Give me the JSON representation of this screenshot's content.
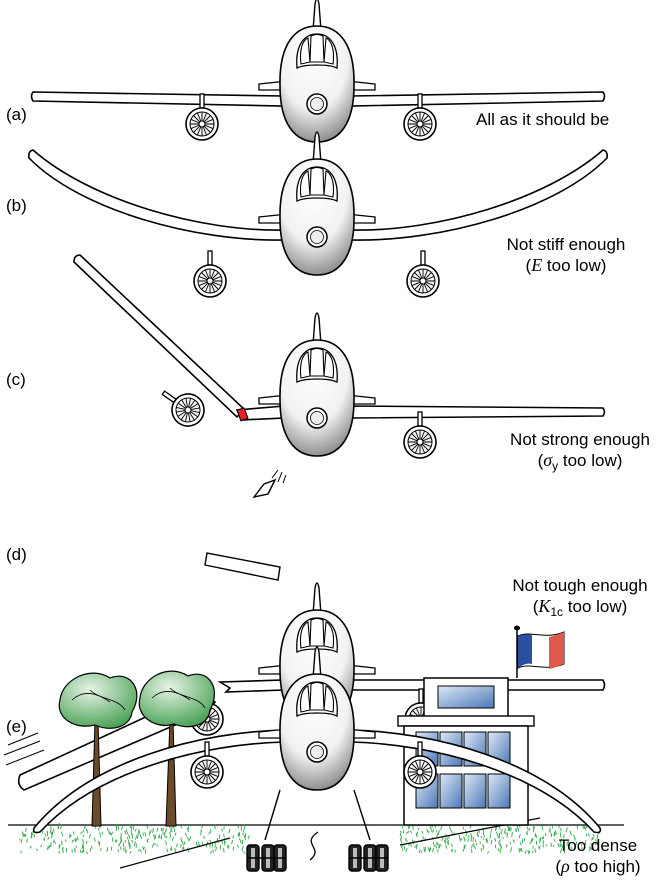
{
  "panels": [
    {
      "label": "(a)",
      "caption_line1": "All as it should be"
    },
    {
      "label": "(b)",
      "caption_line1": "Not stiff enough",
      "caption_line2_sym": "E",
      "caption_line2_rest": " too low)"
    },
    {
      "label": "(c)",
      "caption_line1": "Not strong enough",
      "caption_line2_sym": "σ",
      "caption_line2_sub": "y",
      "caption_line2_rest": " too low)"
    },
    {
      "label": "(d)",
      "caption_line1": "Not tough enough",
      "caption_line2_sym": "K",
      "caption_line2_sub": "1c",
      "caption_line2_rest": " too low)"
    },
    {
      "label": "(e)",
      "caption_line1": "Too dense",
      "caption_line2_sym": "ρ",
      "caption_line2_rest": " too high)"
    }
  ],
  "colors": {
    "line": "#000000",
    "fuselage_light": "#ffffff",
    "fuselage_dark": "#6e6e6e",
    "fracture_red": "#e8202a",
    "tree_green": "#3c9a4a",
    "grass_green": "#2fa84a",
    "window_blue": "#4a78b8",
    "flag_blue": "#2b4fa0",
    "flag_red": "#e0584a"
  }
}
